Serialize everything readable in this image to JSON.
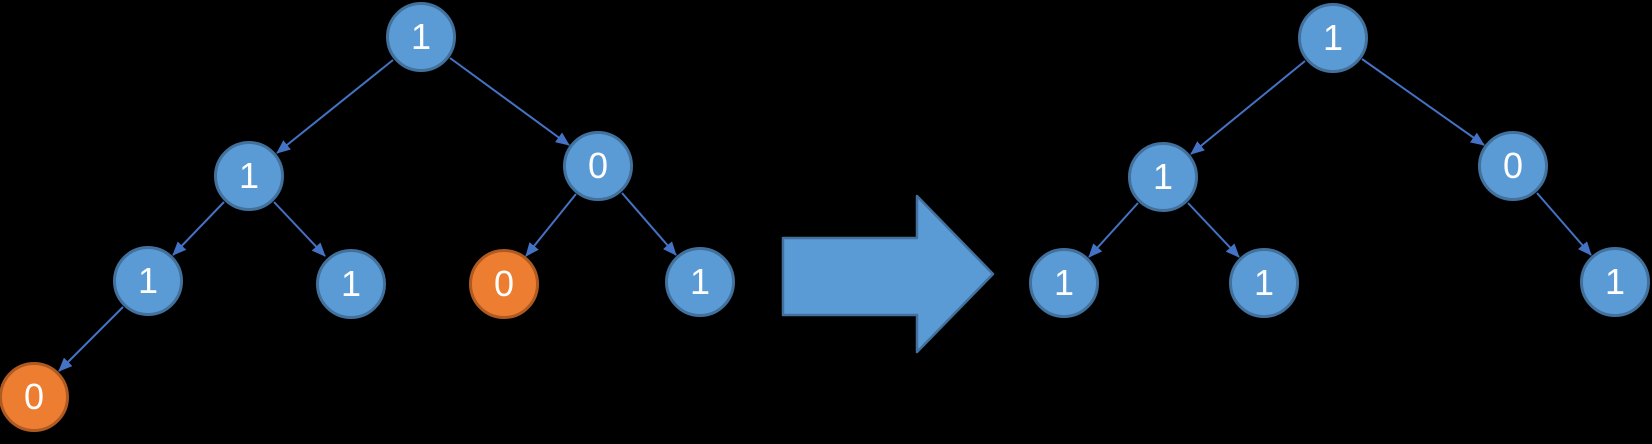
{
  "colors": {
    "background": "#000000",
    "node_blue_fill": "#5B9BD5",
    "node_blue_border": "#41719C",
    "node_orange_fill": "#ED7D31",
    "node_orange_border": "#AE5A21",
    "edge_line": "#4472C4",
    "block_arrow_fill": "#5B9BD5",
    "block_arrow_border": "#41719C",
    "node_text": "#FFFFFF"
  },
  "tree_before": {
    "nodes": [
      {
        "id": "root",
        "label": "1",
        "style": "blue"
      },
      {
        "id": "root.left",
        "label": "1",
        "style": "blue"
      },
      {
        "id": "root.right",
        "label": "0",
        "style": "blue"
      },
      {
        "id": "root.left.left",
        "label": "1",
        "style": "blue"
      },
      {
        "id": "root.left.right",
        "label": "1",
        "style": "blue"
      },
      {
        "id": "root.right.left",
        "label": "0",
        "style": "orange"
      },
      {
        "id": "root.right.right",
        "label": "1",
        "style": "blue"
      },
      {
        "id": "root.left.left.left",
        "label": "0",
        "style": "orange"
      }
    ],
    "edges": [
      "root->root.left",
      "root->root.right",
      "root.left->root.left.left",
      "root.left->root.left.right",
      "root.right->root.right.left",
      "root.right->root.right.right",
      "root.left.left->root.left.left.left"
    ]
  },
  "tree_after": {
    "nodes": [
      {
        "id": "root",
        "label": "1",
        "style": "blue"
      },
      {
        "id": "root.left",
        "label": "1",
        "style": "blue"
      },
      {
        "id": "root.right",
        "label": "0",
        "style": "blue"
      },
      {
        "id": "root.left.left",
        "label": "1",
        "style": "blue"
      },
      {
        "id": "root.left.right",
        "label": "1",
        "style": "blue"
      },
      {
        "id": "root.right.right",
        "label": "1",
        "style": "blue"
      }
    ],
    "edges": [
      "root->root.left",
      "root->root.right",
      "root.left->root.left.left",
      "root.left->root.left.right",
      "root.right->root.right.right"
    ]
  }
}
